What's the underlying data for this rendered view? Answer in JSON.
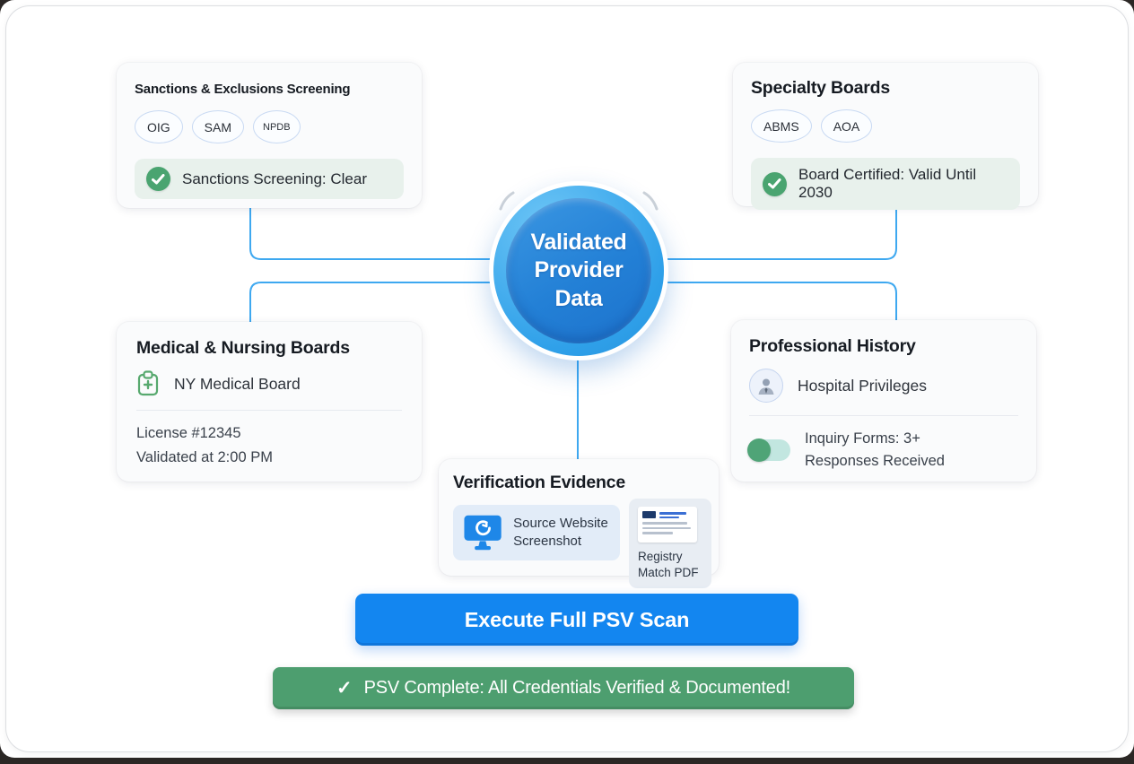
{
  "cards": {
    "sanctions": {
      "title": "Sanctions & Exclusions Screening",
      "pills": [
        "OIG",
        "SAM",
        "NPDB"
      ],
      "status": "Sanctions Screening: Clear"
    },
    "specialty": {
      "title": "Specialty Boards",
      "pills": [
        "ABMS",
        "AOA"
      ],
      "status": "Board Certified: Valid Until 2030"
    },
    "medical": {
      "title": "Medical & Nursing Boards",
      "source": "NY Medical Board",
      "license": "License #12345",
      "validated": "Validated at 2:00 PM"
    },
    "history": {
      "title": "Professional History",
      "item": "Hospital Privileges",
      "inquiry": "Inquiry Forms: 3+ Responses Received"
    },
    "evidence": {
      "title": "Verification Evidence",
      "screenshot_label": "Source Website Screenshot",
      "pdf_label": "Registry Match PDF"
    }
  },
  "center": {
    "label": "Validated Provider Data"
  },
  "actions": {
    "execute_button": "Execute Full PSV Scan"
  },
  "status_banner": {
    "check": "✓",
    "label": "PSV Complete: All Credentials Verified & Documented!"
  },
  "colors": {
    "accent_blue": "#1386f0",
    "connector_blue": "#3ea8f0",
    "success_green": "#4aa470",
    "banner_green": "#4d9e6f"
  }
}
